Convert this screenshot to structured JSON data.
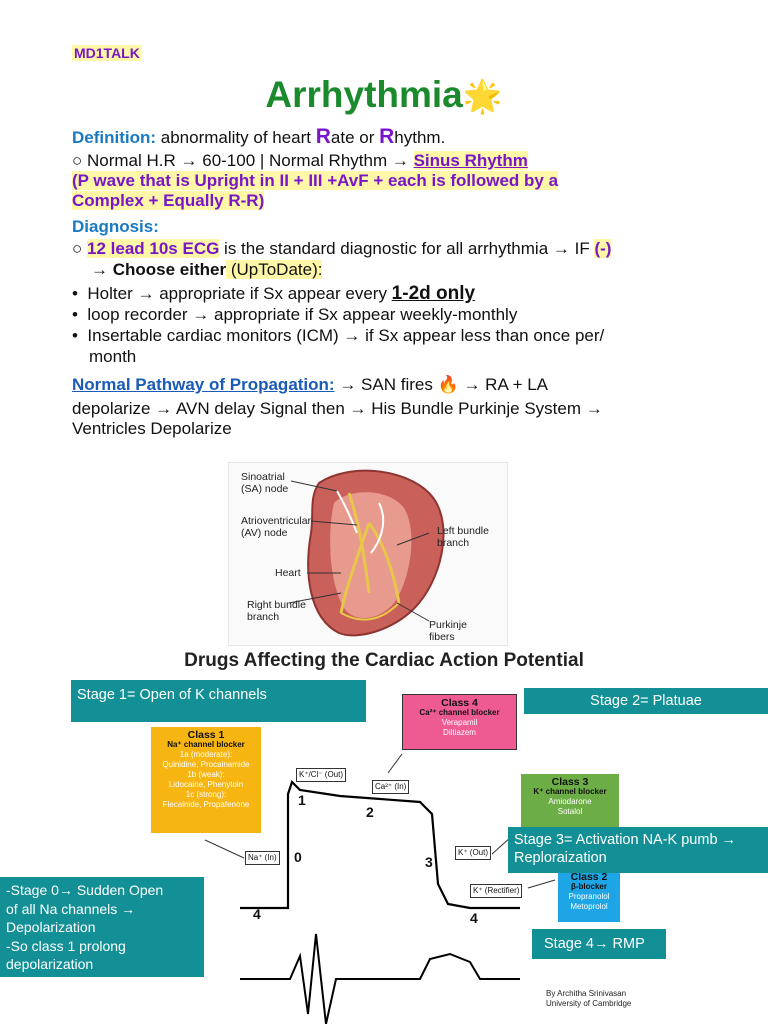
{
  "brand": "MD1TALK",
  "title": "Arrhythmia",
  "title_emoji": "🌟",
  "definition": {
    "label": "Definition:",
    "text_a": " abnormality of heart ",
    "r1": "R",
    "text_b": "ate or ",
    "r2": "R",
    "text_c": "hythm."
  },
  "normal": {
    "bullet": "○",
    "text": " Normal H.R → 60-100 | Normal Rhythm → ",
    "sinus": "Sinus Rhythm",
    "p_line1": "(P wave that is Upright in  II + III +AvF + each is followed by a",
    "p_line2": "Complex + Equally R-R)"
  },
  "diagnosis": {
    "label": "Diagnosis:",
    "ecg": "12 lead 10s ECG",
    "ecg_rest": " is the standard diagnostic for all arrhythmia → IF ",
    "neg": "(-)",
    "choose": "→ Choose either",
    "uptodate": " (UpToDate):",
    "b1_text": "Holter → appropriate if Sx appear every ",
    "b1_em": "1-2d only",
    "b2": "loop recorder → appropriate if Sx appear weekly-monthly",
    "b3_line1": "Insertable cardiac monitors (ICM) →  if Sx appear less than once per/",
    "b3_line2": "month"
  },
  "pathway": {
    "label": "Normal Pathway of Propagation:",
    "line1": " → SAN fires 🔥 → RA + LA",
    "line2": "depolarize → AVN delay Signal then → His Bundle Purkinje System →",
    "line3": "Ventricles Depolarize"
  },
  "heart_figure": {
    "sa": "Sinoatrial\n(SA) node",
    "av": "Atrioventricular\n(AV) node",
    "heart": "Heart",
    "rbb": "Right bundle\nbranch",
    "lbb": "Left bundle\nbranch",
    "purkinje": "Purkinje\nfibers"
  },
  "chart": {
    "title": "Drugs Affecting the Cardiac Action Potential",
    "stage1": "Stage 1= Open of K channels",
    "stage2": "Stage 2= Platuae",
    "stage3": "Stage 3= Activation NA-K pumb →\nReploraization",
    "stage4": "Stage 4→ RMP",
    "stage0": "-Stage 0→ Sudden Open\nof all Na channels →\nDepolarization\n-So class 1 prolong\ndepolarization",
    "class1": {
      "head": "Class 1",
      "sub": "Na⁺ channel blocker",
      "drugs": "1a (moderate):\nQuinidine, Procainamide\n1b (weak):\nLidocaine, Phenytoin\n1c (strong):\nFlecainide, Propafenone"
    },
    "class4": {
      "head": "Class 4",
      "sub": "Ca²⁺ channel blocker",
      "drugs": "Verapamil\nDiltiazem"
    },
    "class3": {
      "head": "Class 3",
      "sub": "K⁺ channel blocker",
      "drugs": "Amiodarone\nSotalol"
    },
    "class2": {
      "head": "Class 2",
      "sub": "β-blocker",
      "drugs": "Propranolol\nMetoprolol"
    },
    "tags": {
      "kcl": "K⁺/Cl⁻ (Out)",
      "ca": "Ca²⁺ (In)",
      "na": "Na⁺ (In)",
      "kout": "K⁺ (Out)",
      "krect": "K⁺ (Rectifier)"
    },
    "phases": {
      "p0": "0",
      "p1": "1",
      "p2": "2",
      "p3": "3",
      "p4a": "4",
      "p4b": "4"
    },
    "credit": "By Architha Srinivasan\nUniversity of Cambridge",
    "colors": {
      "teal": "#139096",
      "class1": "#f7b512",
      "class4": "#ee5b93",
      "class3": "#6cae45",
      "class2": "#1ea5e6"
    }
  }
}
